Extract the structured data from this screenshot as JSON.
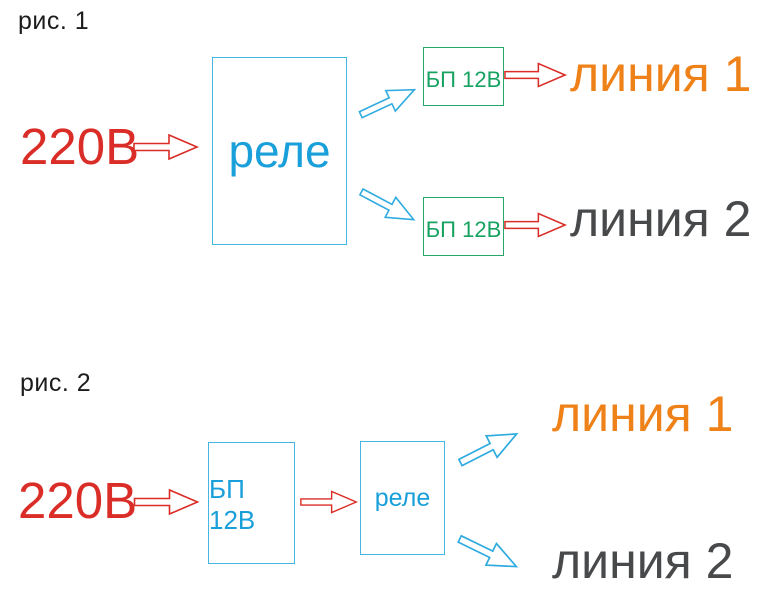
{
  "page": {
    "background": "#ffffff",
    "colors": {
      "red": "#da2d27",
      "cyan_text": "#199fd9",
      "cyan_border": "#45b5e3",
      "cyan_arrow": "#2fabdf",
      "green": "#1da365",
      "orange": "#ef8119",
      "dark_gray": "#47494b",
      "caption_black": "#1c1c1c"
    }
  },
  "figure1": {
    "caption": "рис. 1",
    "source_label": "220В",
    "relay_label": "реле",
    "psu_top_label": "БП 12В",
    "psu_bottom_label": "БП 12В",
    "line1_label": "линия 1",
    "line2_label": "линия 2"
  },
  "figure2": {
    "caption": "рис. 2",
    "source_label": "220В",
    "psu_label": "БП 12В",
    "relay_label": "реле",
    "line1_label": "линия 1",
    "line2_label": "линия 2"
  }
}
